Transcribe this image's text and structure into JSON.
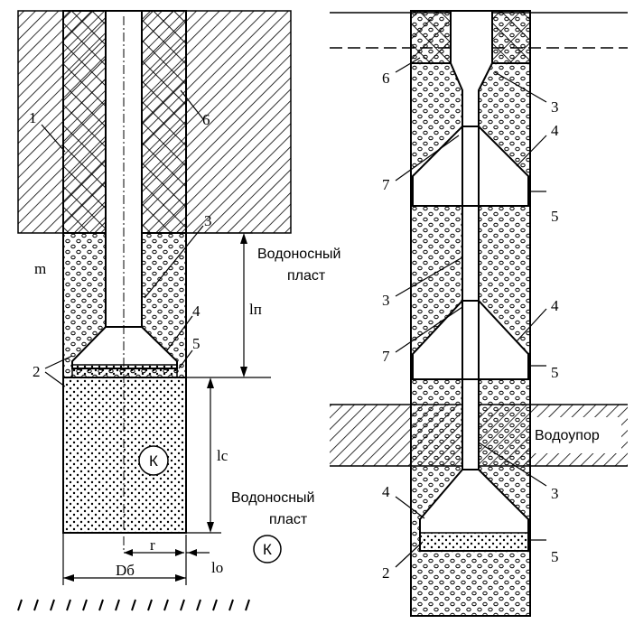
{
  "labels": {
    "left_1": "1",
    "left_6": "6",
    "left_3": "3",
    "left_m": "m",
    "left_4": "4",
    "left_5": "5",
    "left_2": "2",
    "l_n": "lп",
    "l_c": "lс",
    "l_o": "lо",
    "r": "r",
    "D_b": "Dб",
    "K_circle": "К",
    "aquifer_top_1": "Водоносный",
    "aquifer_top_2": "пласт",
    "aquifer_bottom_1": "Водоносный",
    "aquifer_bottom_2": "пласт",
    "aquitard": "Водоупор",
    "right_6": "6",
    "right_3a": "3",
    "right_4a": "4",
    "right_7a": "7",
    "right_5a": "5",
    "right_3b": "3",
    "right_4b": "4",
    "right_7b": "7",
    "right_5b": "5",
    "right_3c": "3",
    "right_4c": "4",
    "right_5c": "5",
    "right_2": "2"
  },
  "colors": {
    "ink": "#000000",
    "paper": "#ffffff"
  }
}
